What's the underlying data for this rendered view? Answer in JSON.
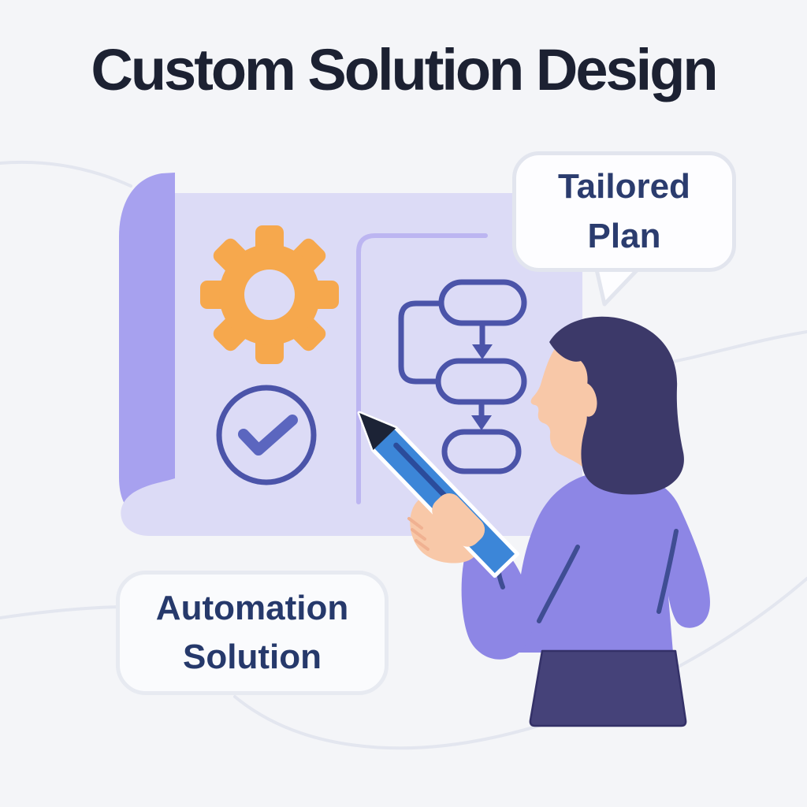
{
  "title": "Custom Solution Design",
  "speech_bubble": {
    "lines": [
      "Tailored",
      "Plan"
    ]
  },
  "label_box": {
    "lines": [
      "Automation",
      "Solution"
    ]
  },
  "icons": {
    "gear": "gear-icon",
    "check": "check-circle-icon",
    "flowchart": "flowchart-icon",
    "pencil": "pencil-icon"
  },
  "colors": {
    "background": "#f4f5f8",
    "wave_line": "#e3e6ef",
    "title_text": "#1c2132",
    "page_fill": "#dcdbf6",
    "page_spine": "#a7a1ef",
    "divider_line": "#bcb5f1",
    "gear": "#f6a84d",
    "outline_indigo": "#4b54a9",
    "check_mark": "#5b66bf",
    "bubble_fill": "#fdfdff",
    "bubble_border": "#e2e5ee",
    "bubble_text": "#2b3c6e",
    "box_fill": "#fafbfd",
    "box_border": "#e7eaf1",
    "box_text": "#26396b",
    "skin": "#f8c8a8",
    "skin_shade": "#f0b191",
    "hair": "#3c3969",
    "shirt": "#8d86e5",
    "fold_line": "#3f4d93",
    "skirt": "#454279",
    "pencil_body": "#3c86d8",
    "pencil_stripe": "#2b4c9b",
    "pencil_tip": "#1c2336"
  }
}
